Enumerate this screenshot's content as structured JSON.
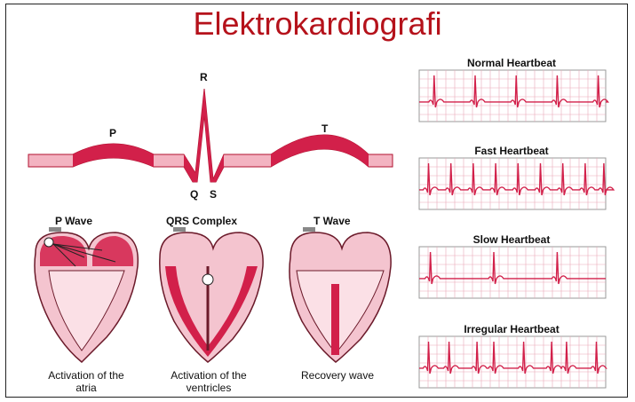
{
  "title": "Elektrokardiografi",
  "waveform": {
    "labels": {
      "p": "P",
      "q": "Q",
      "r": "R",
      "s": "S",
      "t": "T"
    }
  },
  "phases": [
    {
      "name": "P Wave",
      "caption_line1": "Activation of the",
      "caption_line2": "atria"
    },
    {
      "name": "QRS Complex",
      "caption_line1": "Activation of the",
      "caption_line2": "ventricles"
    },
    {
      "name": "T Wave",
      "caption_line1": "Recovery wave",
      "caption_line2": ""
    }
  ],
  "rhythms": [
    {
      "label": "Normal Heartbeat",
      "pattern": "normal"
    },
    {
      "label": "Fast Heartbeat",
      "pattern": "fast"
    },
    {
      "label": "Slow Heartbeat",
      "pattern": "slow"
    },
    {
      "label": "Irregular Heartbeat",
      "pattern": "irregular"
    }
  ],
  "colors": {
    "title": "#b5121b",
    "wave": "#d2204a",
    "wave_light": "#f3b3c1",
    "grid": "#e9a8b8",
    "heart_fill": "#f4c4cf",
    "heart_dark": "#c8143e"
  }
}
